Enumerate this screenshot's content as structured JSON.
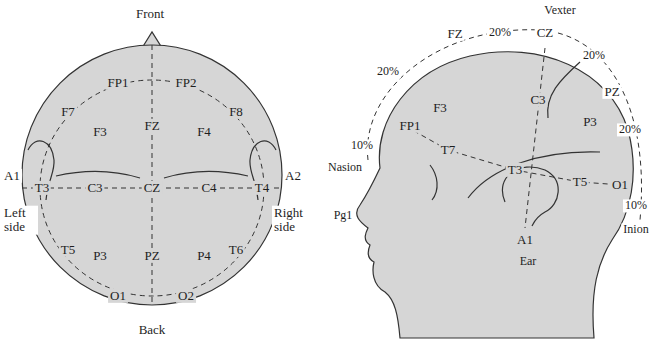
{
  "diagram": {
    "labels": [
      "Front",
      "FP1",
      "FP2",
      "F7",
      "F3",
      "FZ",
      "F4",
      "F8",
      "A1",
      "T3",
      "C3",
      "CZ",
      "C4",
      "T4",
      "A2",
      "Left side",
      "Right side",
      "T5",
      "P3",
      "PZ",
      "P4",
      "T6",
      "O1",
      "O2",
      "Back",
      "Vexter",
      "FZ",
      "20%",
      "CZ",
      "20%",
      "20%",
      "PZ",
      "20%",
      "F3",
      "C3",
      "P3",
      "10%",
      "FP1",
      "Nasion",
      "T7",
      "T3",
      "T5",
      "O1",
      "10%",
      "Inion",
      "Pg1",
      "A1",
      "Ear"
    ]
  }
}
